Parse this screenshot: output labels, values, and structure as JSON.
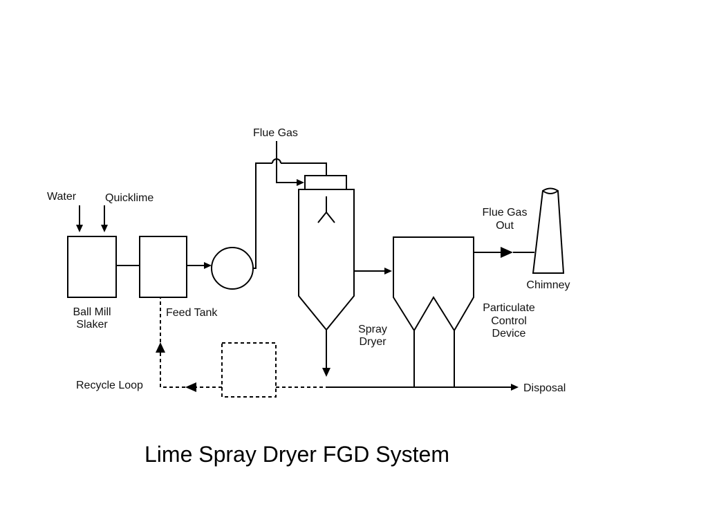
{
  "labels": {
    "flue_gas": "Flue Gas",
    "water": "Water",
    "quicklime": "Quicklime",
    "ball_mill_1": "Ball Mill",
    "ball_mill_2": "Slaker",
    "feed_tank": "Feed Tank",
    "spray_dryer_1": "Spray",
    "spray_dryer_2": "Dryer",
    "flue_gas_out_1": "Flue Gas",
    "flue_gas_out_2": "Out",
    "chimney": "Chimney",
    "pcd_1": "Particulate",
    "pcd_2": "Control",
    "pcd_3": "Device",
    "recycle_loop": "Recycle Loop",
    "disposal": "Disposal"
  },
  "title": "Lime Spray Dryer FGD System"
}
